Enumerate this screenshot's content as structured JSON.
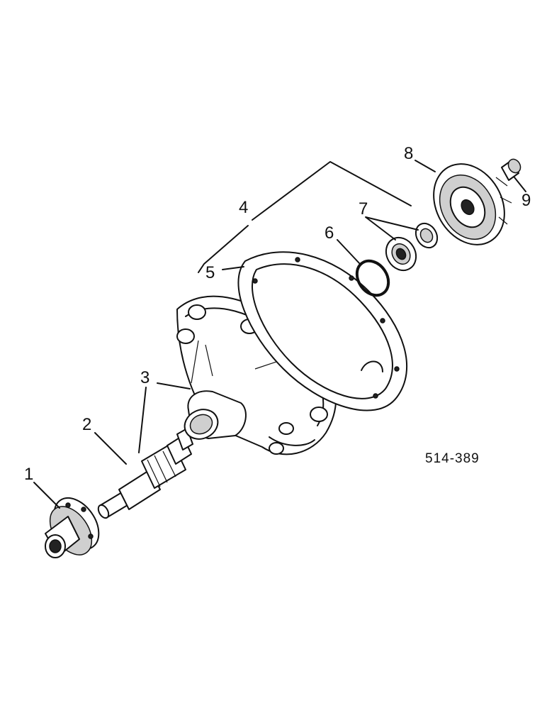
{
  "callouts": {
    "c1": "1",
    "c2": "2",
    "c3": "3",
    "c4": "4",
    "c5": "5",
    "c6": "6",
    "c7": "7",
    "c8": "8",
    "c9": "9"
  },
  "figure_number": "514-389",
  "colors": {
    "ink": "#111111",
    "paper": "#ffffff"
  }
}
